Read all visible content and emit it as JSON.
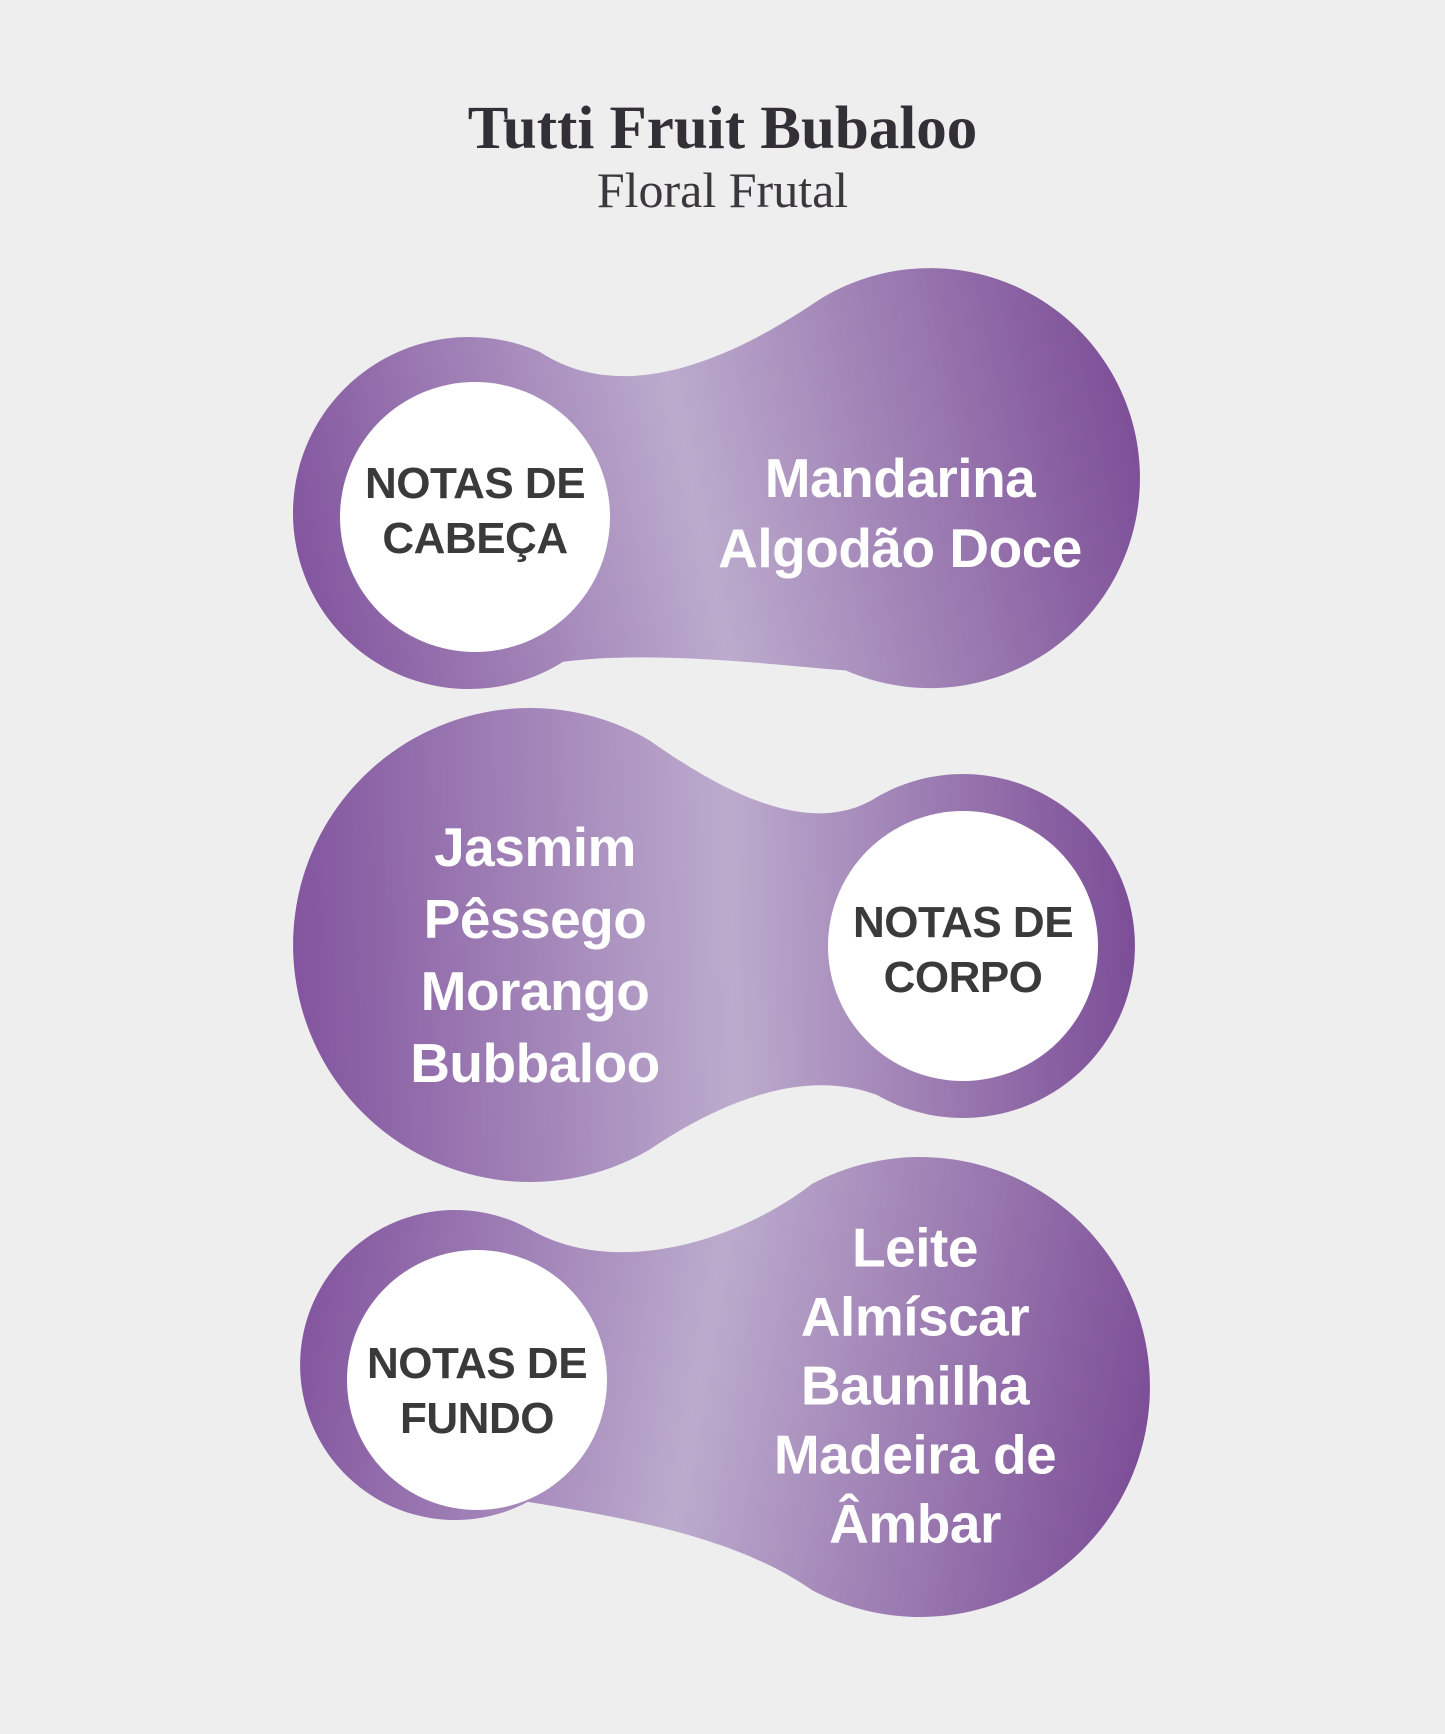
{
  "title": "Tutti Fruit Bubaloo",
  "subtitle": "Floral Frutal",
  "colors": {
    "background": "#efeeef",
    "purple_dark_left": "#82549e",
    "purple_light_center": "#bcabcd",
    "purple_dark_right": "#7b4c96",
    "label_circle_fill": "#ffffff",
    "label_text": "#3a3a3a",
    "notes_text": "#ffffff",
    "title_text": "#323036"
  },
  "sections": [
    {
      "name": "top-notes",
      "label": {
        "line1": "NOTAS DE",
        "line2": "CABEÇA"
      },
      "notes": [
        "Mandarina",
        "Algodão Doce"
      ]
    },
    {
      "name": "heart-notes",
      "label": {
        "line1": "NOTAS DE",
        "line2": "CORPO"
      },
      "notes": [
        "Jasmim",
        "Pêssego",
        "Morango",
        "Bubbaloo"
      ]
    },
    {
      "name": "base-notes",
      "label": {
        "line1": "NOTAS DE",
        "line2": "FUNDO"
      },
      "notes": [
        "Leite",
        "Almíscar",
        "Baunilha",
        "Madeira de",
        "Âmbar"
      ]
    }
  ]
}
